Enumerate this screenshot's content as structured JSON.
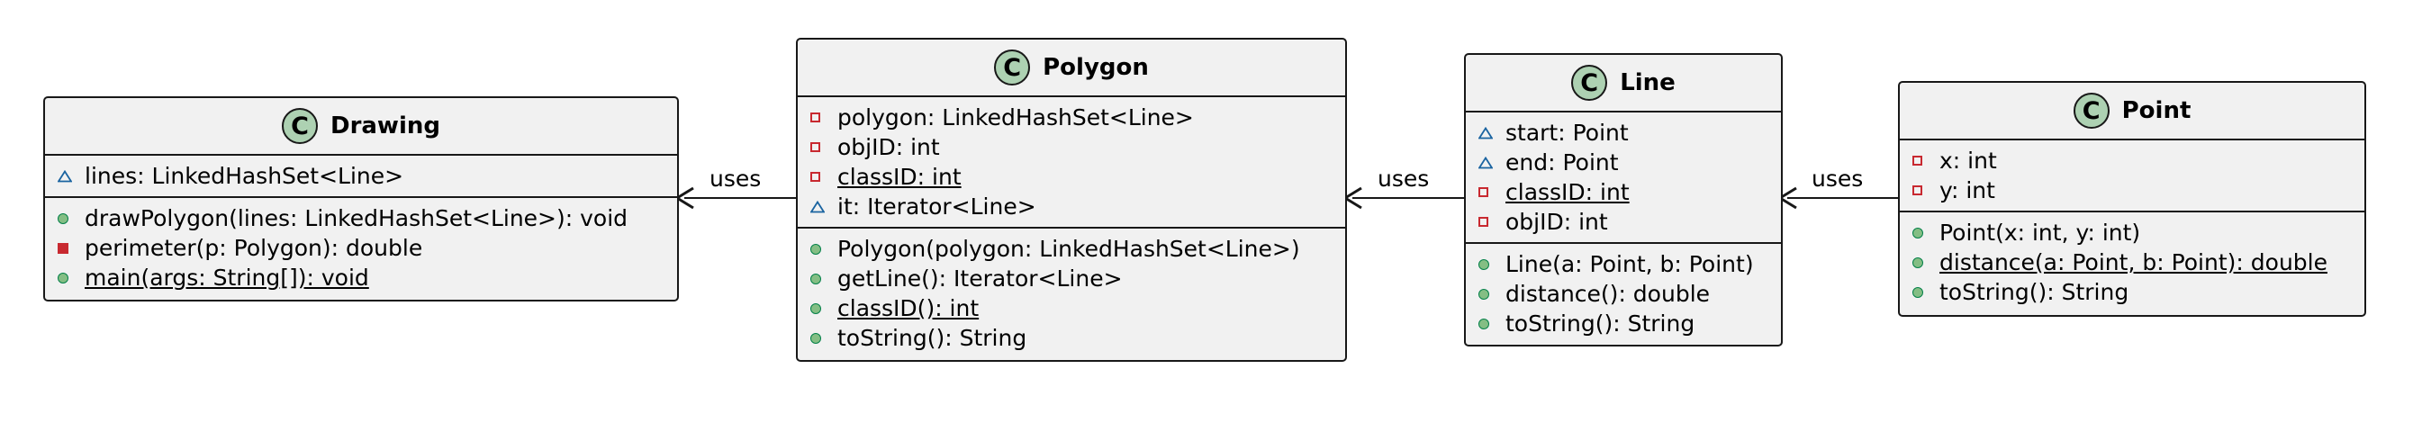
{
  "classes": {
    "drawing": {
      "name": "Drawing",
      "stereotype_letter": "C",
      "fields": [
        {
          "vis": "package",
          "text": "lines: LinkedHashSet<Line>",
          "underline": false
        }
      ],
      "methods": [
        {
          "vis": "public",
          "text": "drawPolygon(lines: LinkedHashSet<Line>): void",
          "underline": false
        },
        {
          "vis": "private",
          "text": "perimeter(p: Polygon): double",
          "underline": false
        },
        {
          "vis": "public",
          "text": "main(args: String[]): void",
          "underline": true
        }
      ]
    },
    "polygon": {
      "name": "Polygon",
      "stereotype_letter": "C",
      "fields": [
        {
          "vis": "private",
          "text": "polygon: LinkedHashSet<Line>",
          "underline": false
        },
        {
          "vis": "private",
          "text": "objID: int",
          "underline": false
        },
        {
          "vis": "private",
          "text": "classID: int",
          "underline": true
        },
        {
          "vis": "package",
          "text": "it: Iterator<Line>",
          "underline": false
        }
      ],
      "methods": [
        {
          "vis": "public",
          "text": "Polygon(polygon: LinkedHashSet<Line>)",
          "underline": false
        },
        {
          "vis": "public",
          "text": "getLine(): Iterator<Line>",
          "underline": false
        },
        {
          "vis": "public",
          "text": "classID(): int",
          "underline": true
        },
        {
          "vis": "public",
          "text": "toString(): String",
          "underline": false
        }
      ]
    },
    "line": {
      "name": "Line",
      "stereotype_letter": "C",
      "fields": [
        {
          "vis": "package",
          "text": "start: Point",
          "underline": false
        },
        {
          "vis": "package",
          "text": "end: Point",
          "underline": false
        },
        {
          "vis": "private",
          "text": "classID: int",
          "underline": true
        },
        {
          "vis": "private",
          "text": "objID: int",
          "underline": false
        }
      ],
      "methods": [
        {
          "vis": "public",
          "text": "Line(a: Point, b: Point)",
          "underline": false
        },
        {
          "vis": "public",
          "text": "distance(): double",
          "underline": false
        },
        {
          "vis": "public",
          "text": "toString(): String",
          "underline": false
        }
      ]
    },
    "point": {
      "name": "Point",
      "stereotype_letter": "C",
      "fields": [
        {
          "vis": "private",
          "text": "x: int",
          "underline": false
        },
        {
          "vis": "private",
          "text": "y: int",
          "underline": false
        }
      ],
      "methods": [
        {
          "vis": "public",
          "text": "Point(x: int, y: int)",
          "underline": false
        },
        {
          "vis": "public",
          "text": "distance(a: Point, b: Point): double",
          "underline": true
        },
        {
          "vis": "public",
          "text": "toString(): String",
          "underline": false
        }
      ]
    }
  },
  "relations": [
    {
      "from": "Polygon",
      "to": "Drawing",
      "label": "uses"
    },
    {
      "from": "Line",
      "to": "Polygon",
      "label": "uses"
    },
    {
      "from": "Point",
      "to": "Line",
      "label": "uses"
    }
  ],
  "colors": {
    "class_fill": "#f1f1f1",
    "border": "#181818",
    "class_icon_fill": "#add1b2",
    "private_red": "#c82930",
    "public_green": "#84be84",
    "package_blue": "#1963a0"
  }
}
